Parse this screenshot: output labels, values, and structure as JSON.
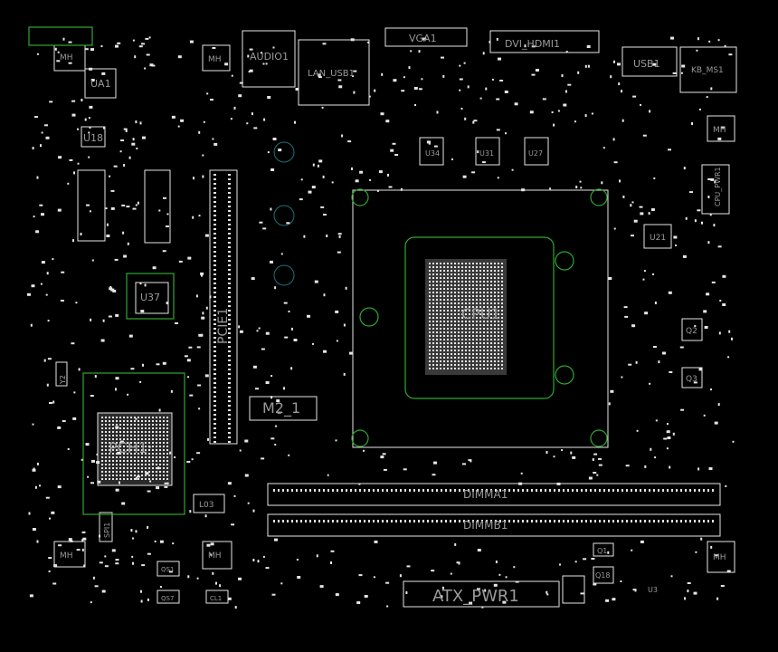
{
  "colors": {
    "background": "#000000",
    "silkscreen": "#e6e6e6",
    "label": "#9a9a9a",
    "copper": "#2ea82e",
    "holes": "#1f6f7a"
  },
  "labels": {
    "audio": "AUDIO1",
    "lan": "LAN_USB1",
    "vga": "VGA1",
    "dvi": "DVI_HDMI1",
    "usb": "USB1",
    "ps2": "KB_MS1",
    "ua1": "UA1",
    "u18": "U18",
    "u37": "U37",
    "u21": "U21",
    "u34": "U34",
    "u31": "U31",
    "u27": "U27",
    "u3": "U3",
    "cpu": "CPU1",
    "pci": "PCIE1",
    "m2": "M2_1",
    "pch": "PCH1",
    "dimm_a": "DIMMA1",
    "dimm_b": "DIMMB1",
    "atx": "ATX_PWR1",
    "cpu_pwr": "CPU_PWR1",
    "mh": "MH",
    "q1": "Q1",
    "q2": "Q2",
    "q3": "Q3",
    "q18": "Q18",
    "y2": "Y2",
    "l03": "L03",
    "spi1": "SPI1",
    "cl1": "CL1",
    "qs1": "QS1",
    "qs7": "QS7"
  }
}
